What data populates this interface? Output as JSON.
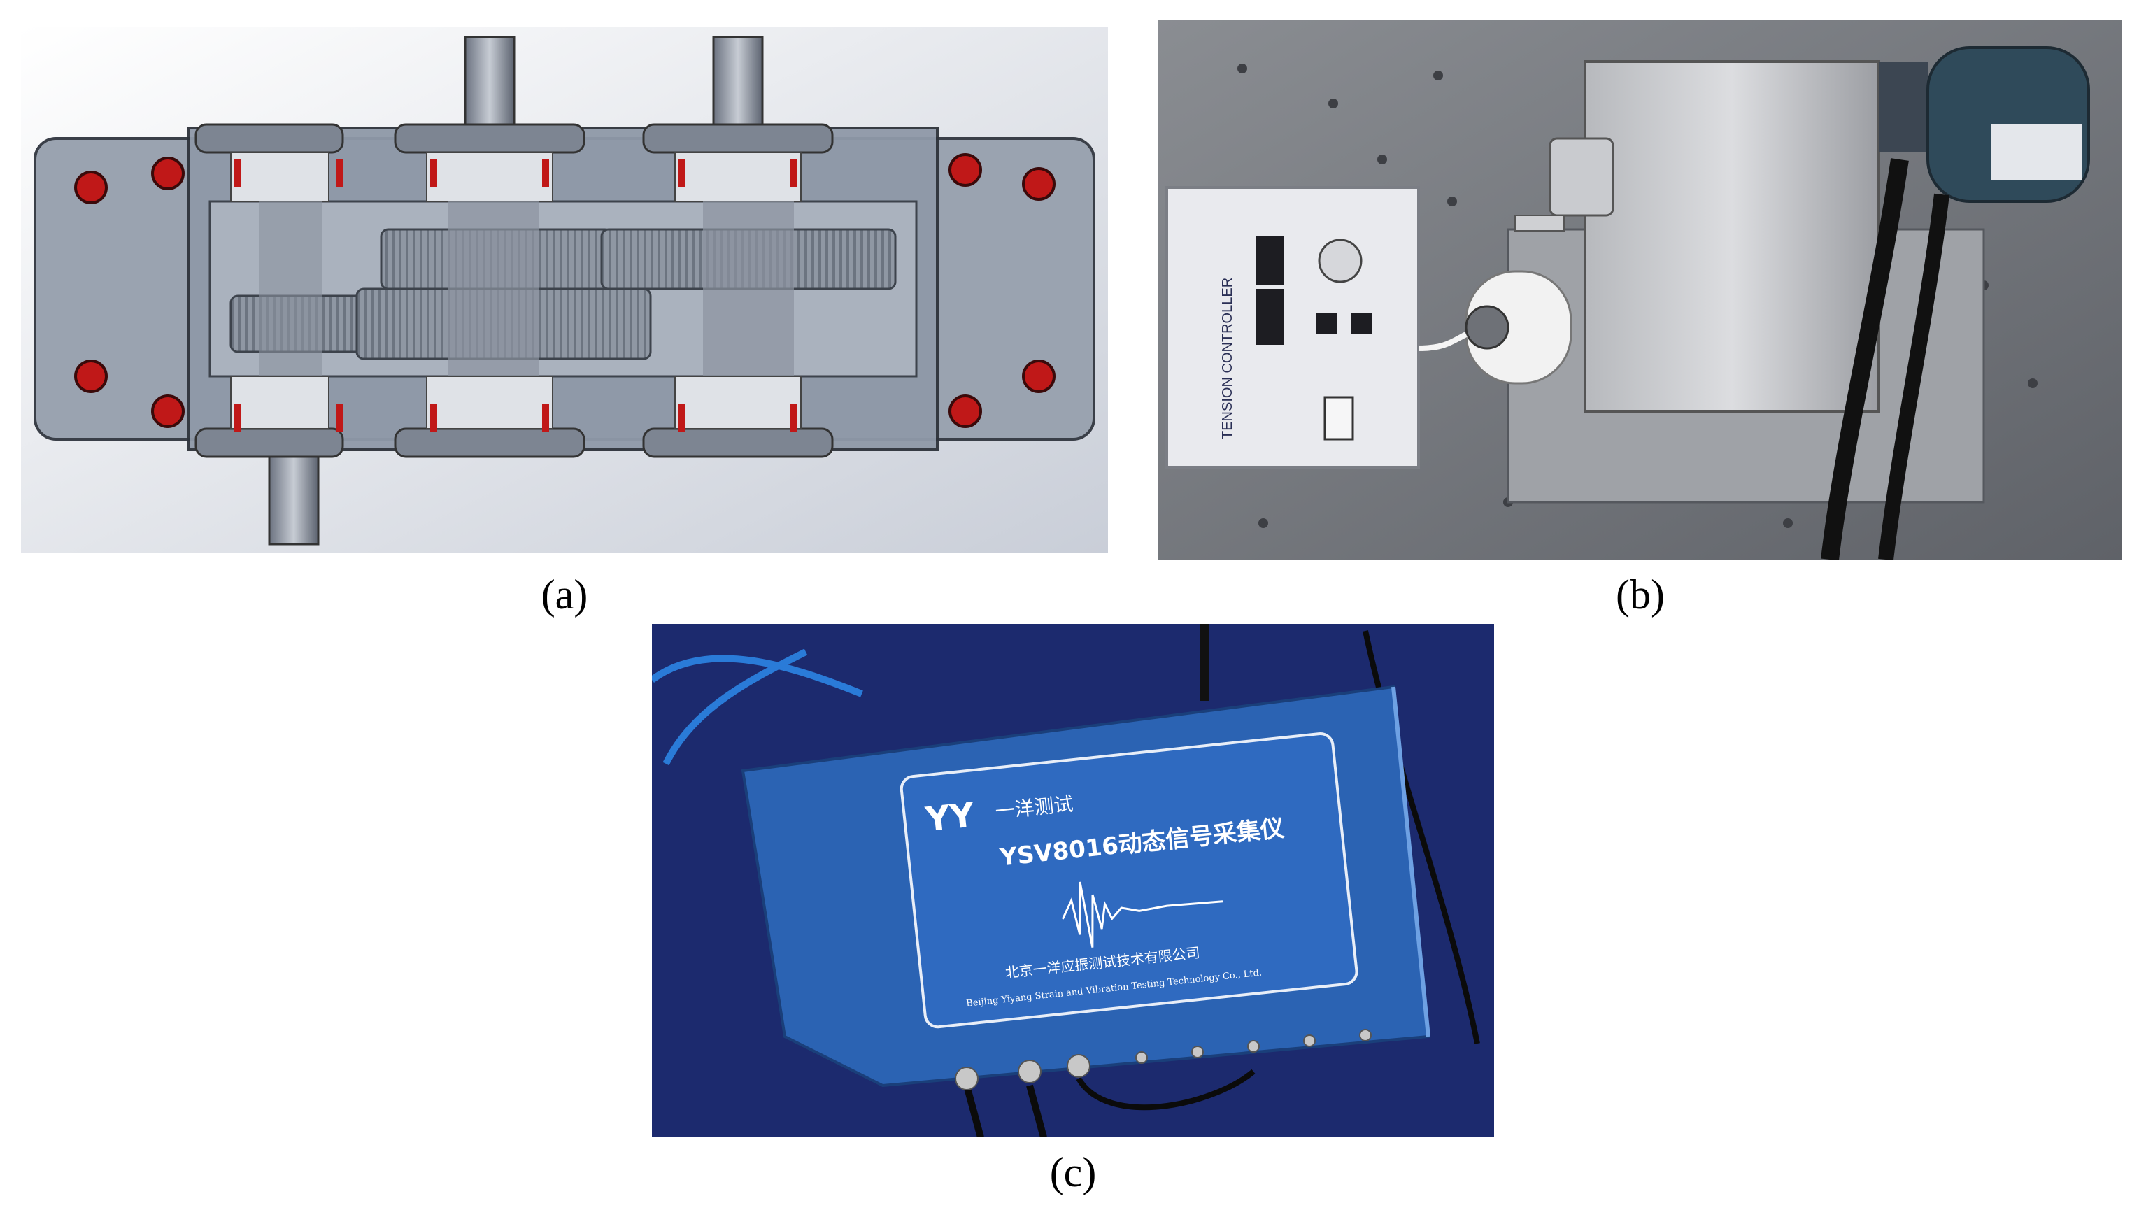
{
  "captions": {
    "a": "(a)",
    "b": "(b)",
    "c": "(c)"
  },
  "panel_b": {
    "controller_label": "TENSION CONTROLLER"
  },
  "panel_c": {
    "brand": "一洋测试",
    "model": "YSV8016动态信号采集仪",
    "company_cn": "北京一洋应振测试技术有限公司",
    "company_en": "Beijing Yiyang Strain and Vibration Testing Technology Co., Ltd."
  },
  "colors": {
    "gearbox_body": "#9aa3b0",
    "bolt_red": "#c01818",
    "device_blue": "#2b63b3",
    "cloth_navy": "#1c2a6e"
  },
  "icons": {
    "panel_a": "gearbox-render-icon",
    "panel_b": "test-rig-photo-icon",
    "panel_c": "signal-acquisition-device-icon"
  }
}
